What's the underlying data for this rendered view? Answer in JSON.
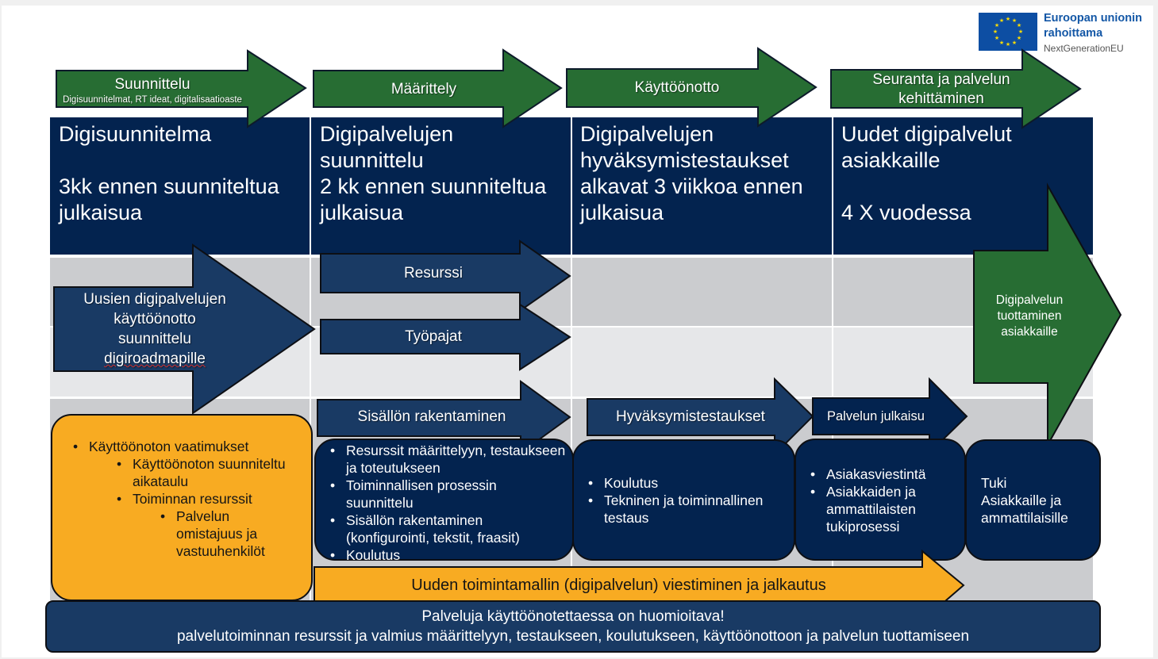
{
  "logo": {
    "title_line1": "Euroopan unionin",
    "title_line2": "rahoittama",
    "subtitle": "NextGenerationEU",
    "icon": "eu-flag-icon"
  },
  "phases": [
    {
      "label": "Suunnittelu",
      "sublabel": "Digisuunnitelmat, RT ideat, digitalisaatioaste"
    },
    {
      "label": "Määrittely",
      "sublabel": ""
    },
    {
      "label": "Käyttöönotto",
      "sublabel": ""
    },
    {
      "label": "Seuranta ja palvelun\nkehittäminen",
      "sublabel": ""
    }
  ],
  "header_cells": [
    {
      "text": "Digisuunnitelma\n\n3kk ennen suunniteltua\njulkaisua"
    },
    {
      "text": "Digipalvelujen\nsuunnittelu\n2 kk ennen suunniteltua\njulkaisua"
    },
    {
      "text": "Digipalvelujen\nhyväksymistestaukset\nalkavat 3 viikkoa ennen\njulkaisua"
    },
    {
      "text": "Uudet digipalvelut\nasiakkaille\n\n4 X vuodessa"
    }
  ],
  "arrows": {
    "planning": {
      "line1": "Uusien digipalvelujen",
      "line2": "käyttöönotto",
      "line3": "suunnittelu",
      "line4": "digiroadmapille"
    },
    "resurssi": "Resurssi",
    "tyopajat": "Työpajat",
    "sisallon": "Sisällön rakentaminen",
    "hyvaksymis": "Hyväksymistestaukset",
    "julkaisu": "Palvelun julkaisu",
    "tuottaminen": {
      "line1": "Digipalvelun",
      "line2": "tuottaminen",
      "line3": "asiakkaille"
    },
    "viestiminen": "Uuden toimintamallin (digipalvelun) viestiminen ja jalkautus"
  },
  "boxes": {
    "requirements": {
      "items": [
        {
          "text": "Käyttöönoton vaatimukset",
          "level": 0
        },
        {
          "text": "Käyttöönoton suunniteltu aikataulu",
          "level": 1
        },
        {
          "text": "Toiminnan resurssit",
          "level": 1
        },
        {
          "text": "Palvelun omistajuus ja vastuuhenkilöt",
          "level": 2
        }
      ]
    },
    "content": {
      "items": [
        "Resurssit määrittelyyn, testaukseen ja toteutukseen",
        "Toiminnallisen prosessin suunnittelu",
        "Sisällön rakentaminen (konfigurointi, tekstit, fraasit)",
        "Koulutus"
      ]
    },
    "testing": {
      "items": [
        "Koulutus",
        "Tekninen ja toiminnallinen testaus"
      ]
    },
    "release": {
      "items": [
        "Asiakasviestintä",
        "Asiakkaiden ja ammattilaisten tukiprosessi"
      ]
    },
    "support": {
      "line1": "Tuki",
      "line2": "Asiakkaille ja ammattilaisille"
    }
  },
  "footer": {
    "line1": "Palveluja käyttöönotettaessa on huomioitava!",
    "line2": "palvelutoiminnan resurssit ja valmius määrittelyyn, testaukseen, koulutukseen, käyttöönottoon ja palvelun tuottamiseen"
  },
  "colors": {
    "navy": "#03234f",
    "arrow_blue": "#193a64",
    "green": "#276d33",
    "orange": "#f8ab22",
    "grey_dark": "#cbcccf",
    "grey_light": "#e6e7e9"
  }
}
